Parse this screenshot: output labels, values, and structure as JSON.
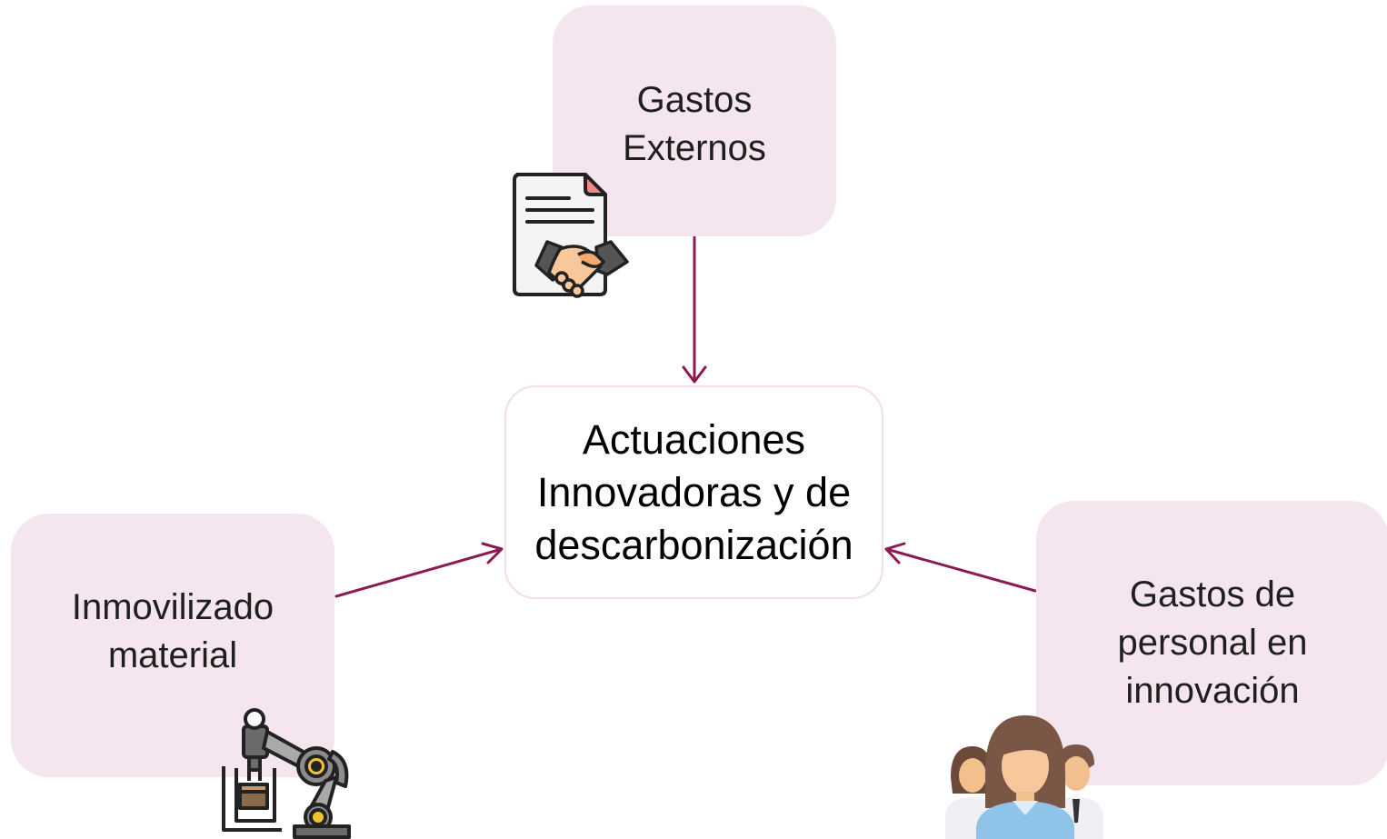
{
  "diagram": {
    "center": {
      "label": "Actuaciones\nInnovadoras y de\ndescarbonización"
    },
    "top": {
      "label": "Gastos\nExternos",
      "icon": "contract-handshake-icon"
    },
    "left": {
      "label": "Inmovilizado\nmaterial",
      "icon": "robotic-arm-icon"
    },
    "right": {
      "label": "Gastos de\npersonal en\ninnovación",
      "icon": "people-group-icon"
    },
    "colors": {
      "box": "#f4e5ee",
      "arrow": "#8b1a52",
      "center_border": "#f2dde8"
    }
  }
}
